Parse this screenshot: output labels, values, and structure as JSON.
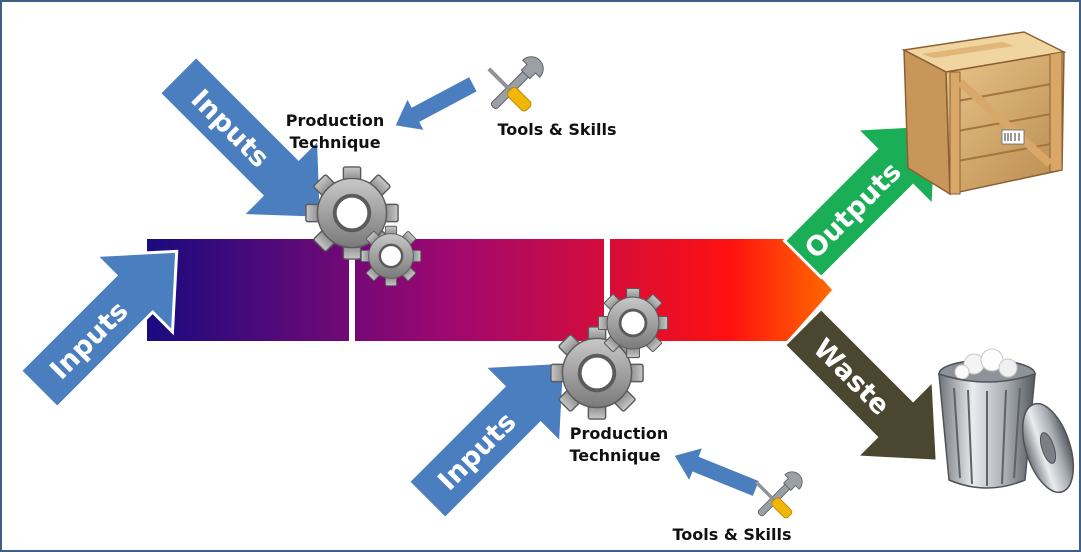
{
  "colors": {
    "frame": "#3f5f86",
    "input_arrow": "#4a7ebf",
    "outputs_arrow": "#1aae56",
    "waste_arrow": "#4a4630",
    "tools_arrow": "#4a7ebf",
    "band_start": "#1a0a80",
    "band_mid": "#a1086f",
    "band_end": "#ff1010"
  },
  "labels": {
    "inputs_main": "Inputs",
    "inputs_upper": "Inputs",
    "inputs_lower": "Inputs",
    "outputs": "Outputs",
    "waste": "Waste",
    "technique_upper_line1": "Production",
    "technique_upper_line2": "Technique",
    "technique_lower_line1": "Production",
    "technique_lower_line2": "Technique",
    "tools_upper": "Tools & Skills",
    "tools_lower": "Tools & Skills"
  },
  "icons": {
    "gears": "gears-icon",
    "tools": "wrench-screwdriver-icon",
    "crate": "wooden-crate-icon",
    "trash": "trash-can-icon"
  }
}
